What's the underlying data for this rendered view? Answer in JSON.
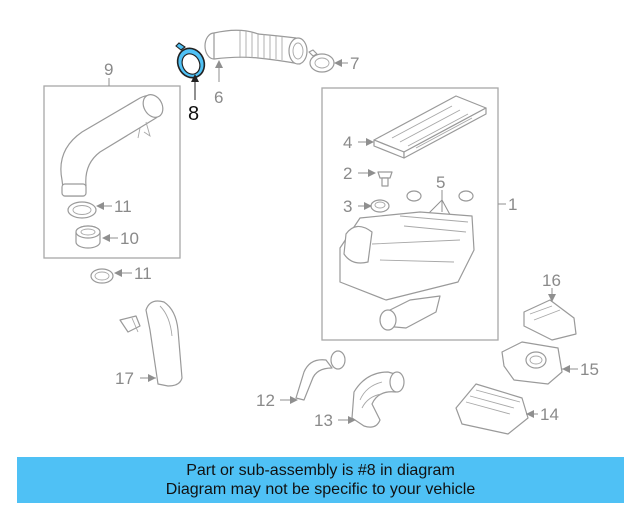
{
  "diagram": {
    "highlight_color": "#4fc1f5",
    "callouts": {
      "c1": "1",
      "c2": "2",
      "c3": "3",
      "c4": "4",
      "c5": "5",
      "c6": "6",
      "c7": "7",
      "c8": "8",
      "c9": "9",
      "c10": "10",
      "c11a": "11",
      "c11b": "11",
      "c12": "12",
      "c13": "13",
      "c14": "14",
      "c15": "15",
      "c16": "16",
      "c17": "17"
    }
  },
  "banner": {
    "line1": "Part or sub-assembly is #8 in diagram",
    "line2": "Diagram may not be specific to your vehicle",
    "background": "#4fc1f5"
  }
}
